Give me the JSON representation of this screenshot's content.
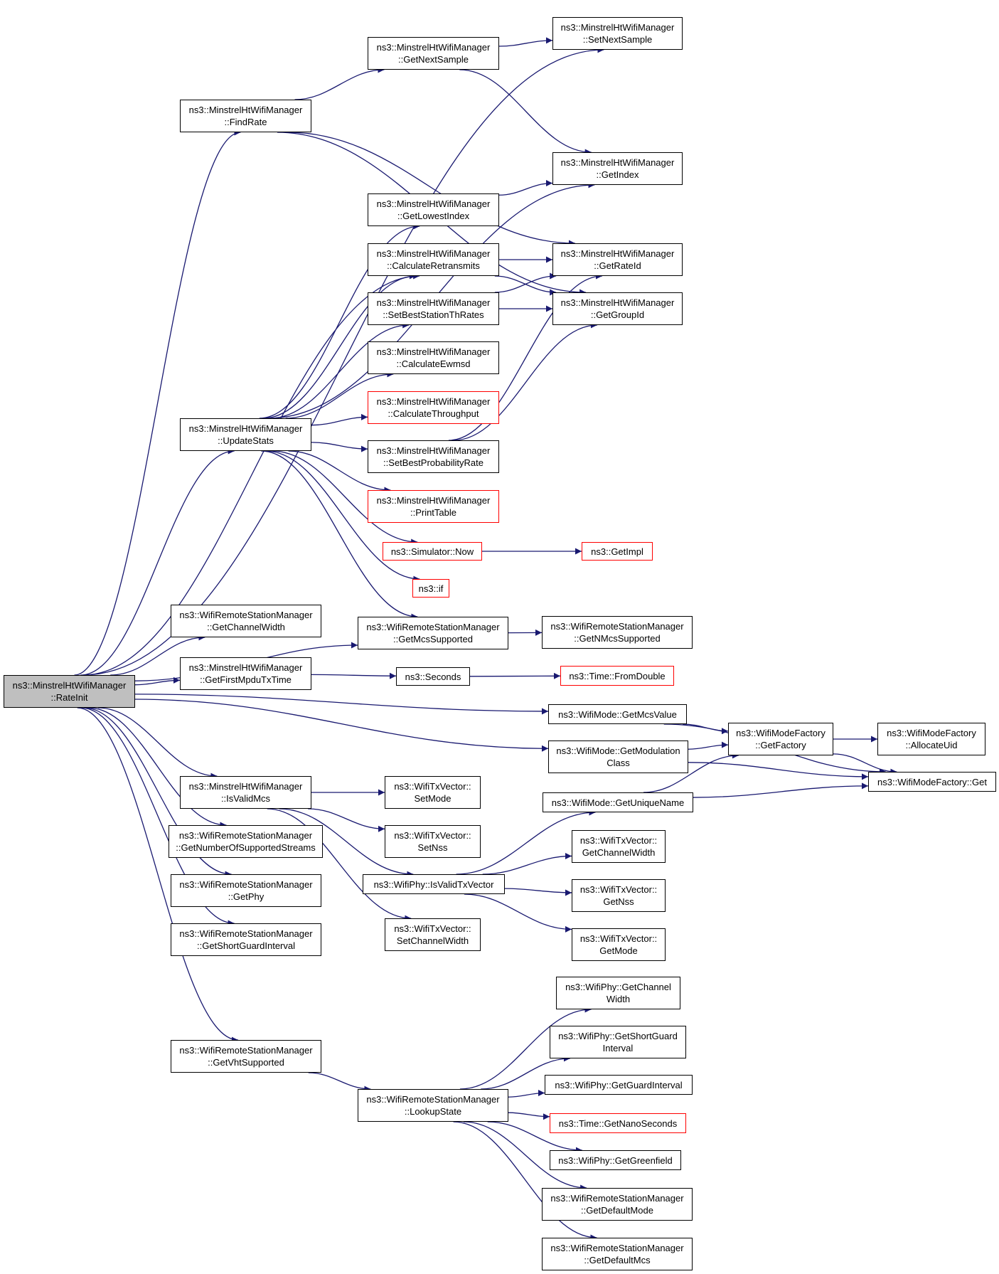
{
  "diagram": {
    "colors": {
      "edge": "#191970",
      "node_border": "#000000",
      "node_border_truncated": "#ff0000",
      "root_fill": "#bfbfbf"
    },
    "nodes": [
      {
        "id": "rateinit",
        "lines": [
          "ns3::MinstrelHtWifiManager",
          "::RateInit"
        ],
        "style": "root"
      },
      {
        "id": "findrate",
        "lines": [
          "ns3::MinstrelHtWifiManager",
          "::FindRate"
        ]
      },
      {
        "id": "getnextsample",
        "lines": [
          "ns3::MinstrelHtWifiManager",
          "::GetNextSample"
        ]
      },
      {
        "id": "setnextsample",
        "lines": [
          "ns3::MinstrelHtWifiManager",
          "::SetNextSample"
        ]
      },
      {
        "id": "getindex",
        "lines": [
          "ns3::MinstrelHtWifiManager",
          "::GetIndex"
        ]
      },
      {
        "id": "getlowestindex",
        "lines": [
          "ns3::MinstrelHtWifiManager",
          "::GetLowestIndex"
        ]
      },
      {
        "id": "calcretransmits",
        "lines": [
          "ns3::MinstrelHtWifiManager",
          "::CalculateRetransmits"
        ]
      },
      {
        "id": "getrateid",
        "lines": [
          "ns3::MinstrelHtWifiManager",
          "::GetRateId"
        ]
      },
      {
        "id": "setbeststationthrates",
        "lines": [
          "ns3::MinstrelHtWifiManager",
          "::SetBestStationThRates"
        ]
      },
      {
        "id": "getgroupid",
        "lines": [
          "ns3::MinstrelHtWifiManager",
          "::GetGroupId"
        ]
      },
      {
        "id": "calcewmsd",
        "lines": [
          "ns3::MinstrelHtWifiManager",
          "::CalculateEwmsd"
        ]
      },
      {
        "id": "calcthroughput",
        "lines": [
          "ns3::MinstrelHtWifiManager",
          "::CalculateThroughput"
        ],
        "style": "red"
      },
      {
        "id": "updatestats",
        "lines": [
          "ns3::MinstrelHtWifiManager",
          "::UpdateStats"
        ]
      },
      {
        "id": "setbestprob",
        "lines": [
          "ns3::MinstrelHtWifiManager",
          "::SetBestProbabilityRate"
        ]
      },
      {
        "id": "printtable",
        "lines": [
          "ns3::MinstrelHtWifiManager",
          "::PrintTable"
        ],
        "style": "red"
      },
      {
        "id": "simnow",
        "lines": [
          "ns3::Simulator::Now"
        ],
        "style": "red"
      },
      {
        "id": "getimpl",
        "lines": [
          "ns3::GetImpl"
        ],
        "style": "red"
      },
      {
        "id": "nsif",
        "lines": [
          "ns3::if"
        ],
        "style": "red"
      },
      {
        "id": "getchannelwidth_rsm",
        "lines": [
          "ns3::WifiRemoteStationManager",
          "::GetChannelWidth"
        ]
      },
      {
        "id": "getmcssupported",
        "lines": [
          "ns3::WifiRemoteStationManager",
          "::GetMcsSupported"
        ]
      },
      {
        "id": "getnmcssupported",
        "lines": [
          "ns3::WifiRemoteStationManager",
          "::GetNMcsSupported"
        ]
      },
      {
        "id": "getfirstmpdu",
        "lines": [
          "ns3::MinstrelHtWifiManager",
          "::GetFirstMpduTxTime"
        ]
      },
      {
        "id": "seconds",
        "lines": [
          "ns3::Seconds"
        ]
      },
      {
        "id": "fromdouble",
        "lines": [
          "ns3::Time::FromDouble"
        ],
        "style": "red"
      },
      {
        "id": "getmcsvalue",
        "lines": [
          "ns3::WifiMode::GetMcsValue"
        ]
      },
      {
        "id": "getfactory",
        "lines": [
          "ns3::WifiModeFactory",
          "::GetFactory"
        ]
      },
      {
        "id": "allocateuid",
        "lines": [
          "ns3::WifiModeFactory",
          "::AllocateUid"
        ]
      },
      {
        "id": "getmodclass",
        "lines": [
          "ns3::WifiMode::GetModulation",
          "Class"
        ]
      },
      {
        "id": "factoryget",
        "lines": [
          "ns3::WifiModeFactory::Get"
        ]
      },
      {
        "id": "isvalidmcs",
        "lines": [
          "ns3::MinstrelHtWifiManager",
          "::IsValidMcs"
        ]
      },
      {
        "id": "setmode",
        "lines": [
          "ns3::WifiTxVector::",
          "SetMode"
        ]
      },
      {
        "id": "getuniquename",
        "lines": [
          "ns3::WifiMode::GetUniqueName"
        ]
      },
      {
        "id": "getnumstreams",
        "lines": [
          "ns3::WifiRemoteStationManager",
          "::GetNumberOfSupportedStreams"
        ]
      },
      {
        "id": "setnss",
        "lines": [
          "ns3::WifiTxVector::",
          "SetNss"
        ]
      },
      {
        "id": "txv_getchannelwidth",
        "lines": [
          "ns3::WifiTxVector::",
          "GetChannelWidth"
        ]
      },
      {
        "id": "getphy",
        "lines": [
          "ns3::WifiRemoteStationManager",
          "::GetPhy"
        ]
      },
      {
        "id": "isvalidtxvector",
        "lines": [
          "ns3::WifiPhy::IsValidTxVector"
        ]
      },
      {
        "id": "getnss",
        "lines": [
          "ns3::WifiTxVector::",
          "GetNss"
        ]
      },
      {
        "id": "getshortgi_rsm",
        "lines": [
          "ns3::WifiRemoteStationManager",
          "::GetShortGuardInterval"
        ]
      },
      {
        "id": "setchannelwidth",
        "lines": [
          "ns3::WifiTxVector::",
          "SetChannelWidth"
        ]
      },
      {
        "id": "getmode",
        "lines": [
          "ns3::WifiTxVector::",
          "GetMode"
        ]
      },
      {
        "id": "phy_getchannelwidth",
        "lines": [
          "ns3::WifiPhy::GetChannel",
          "Width"
        ]
      },
      {
        "id": "phy_getshortgi",
        "lines": [
          "ns3::WifiPhy::GetShortGuard",
          "Interval"
        ]
      },
      {
        "id": "getvhtsupported",
        "lines": [
          "ns3::WifiRemoteStationManager",
          "::GetVhtSupported"
        ]
      },
      {
        "id": "phy_getguardinterval",
        "lines": [
          "ns3::WifiPhy::GetGuardInterval"
        ]
      },
      {
        "id": "lookupstate",
        "lines": [
          "ns3::WifiRemoteStationManager",
          "::LookupState"
        ]
      },
      {
        "id": "getnanoseconds",
        "lines": [
          "ns3::Time::GetNanoSeconds"
        ],
        "style": "red"
      },
      {
        "id": "getgreenfield",
        "lines": [
          "ns3::WifiPhy::GetGreenfield"
        ]
      },
      {
        "id": "getdefaultmode",
        "lines": [
          "ns3::WifiRemoteStationManager",
          "::GetDefaultMode"
        ]
      },
      {
        "id": "getdefaultmcs",
        "lines": [
          "ns3::WifiRemoteStationManager",
          "::GetDefaultMcs"
        ]
      }
    ],
    "edges": [
      [
        "rateinit",
        "setnextsample"
      ],
      [
        "rateinit",
        "findrate"
      ],
      [
        "rateinit",
        "calcretransmits"
      ],
      [
        "rateinit",
        "updatestats"
      ],
      [
        "rateinit",
        "getmcssupported"
      ],
      [
        "rateinit",
        "getchannelwidth_rsm"
      ],
      [
        "rateinit",
        "getfirstmpdu"
      ],
      [
        "rateinit",
        "getmcsvalue"
      ],
      [
        "rateinit",
        "getmodclass"
      ],
      [
        "rateinit",
        "isvalidmcs"
      ],
      [
        "rateinit",
        "getnumstreams"
      ],
      [
        "rateinit",
        "getphy"
      ],
      [
        "rateinit",
        "getshortgi_rsm"
      ],
      [
        "rateinit",
        "getvhtsupported"
      ],
      [
        "findrate",
        "getnextsample"
      ],
      [
        "findrate",
        "getrateid"
      ],
      [
        "findrate",
        "getgroupid"
      ],
      [
        "getnextsample",
        "setnextsample"
      ],
      [
        "getnextsample",
        "getindex"
      ],
      [
        "updatestats",
        "getindex"
      ],
      [
        "updatestats",
        "getlowestindex"
      ],
      [
        "updatestats",
        "calcretransmits"
      ],
      [
        "updatestats",
        "setbeststationthrates"
      ],
      [
        "updatestats",
        "calcewmsd"
      ],
      [
        "updatestats",
        "calcthroughput"
      ],
      [
        "updatestats",
        "setbestprob"
      ],
      [
        "updatestats",
        "printtable"
      ],
      [
        "updatestats",
        "simnow"
      ],
      [
        "updatestats",
        "nsif"
      ],
      [
        "updatestats",
        "getmcssupported"
      ],
      [
        "getlowestindex",
        "getindex"
      ],
      [
        "calcretransmits",
        "getrateid"
      ],
      [
        "calcretransmits",
        "getgroupid"
      ],
      [
        "setbeststationthrates",
        "getrateid"
      ],
      [
        "setbeststationthrates",
        "getgroupid"
      ],
      [
        "setbestprob",
        "getrateid"
      ],
      [
        "setbestprob",
        "getgroupid"
      ],
      [
        "simnow",
        "getimpl"
      ],
      [
        "getmcssupported",
        "getnmcssupported"
      ],
      [
        "getfirstmpdu",
        "seconds"
      ],
      [
        "seconds",
        "fromdouble"
      ],
      [
        "getmcsvalue",
        "getfactory"
      ],
      [
        "getmcsvalue",
        "factoryget"
      ],
      [
        "getmodclass",
        "getfactory"
      ],
      [
        "getmodclass",
        "factoryget"
      ],
      [
        "getfactory",
        "allocateuid"
      ],
      [
        "getfactory",
        "factoryget"
      ],
      [
        "getuniquename",
        "getfactory"
      ],
      [
        "getuniquename",
        "factoryget"
      ],
      [
        "isvalidmcs",
        "setmode"
      ],
      [
        "isvalidmcs",
        "setnss"
      ],
      [
        "isvalidmcs",
        "isvalidtxvector"
      ],
      [
        "isvalidmcs",
        "setchannelwidth"
      ],
      [
        "isvalidtxvector",
        "getuniquename"
      ],
      [
        "isvalidtxvector",
        "txv_getchannelwidth"
      ],
      [
        "isvalidtxvector",
        "getnss"
      ],
      [
        "isvalidtxvector",
        "getmode"
      ],
      [
        "getvhtsupported",
        "lookupstate"
      ],
      [
        "lookupstate",
        "phy_getchannelwidth"
      ],
      [
        "lookupstate",
        "phy_getshortgi"
      ],
      [
        "lookupstate",
        "phy_getguardinterval"
      ],
      [
        "lookupstate",
        "getnanoseconds"
      ],
      [
        "lookupstate",
        "getgreenfield"
      ],
      [
        "lookupstate",
        "getdefaultmode"
      ],
      [
        "lookupstate",
        "getdefaultmcs"
      ]
    ]
  }
}
